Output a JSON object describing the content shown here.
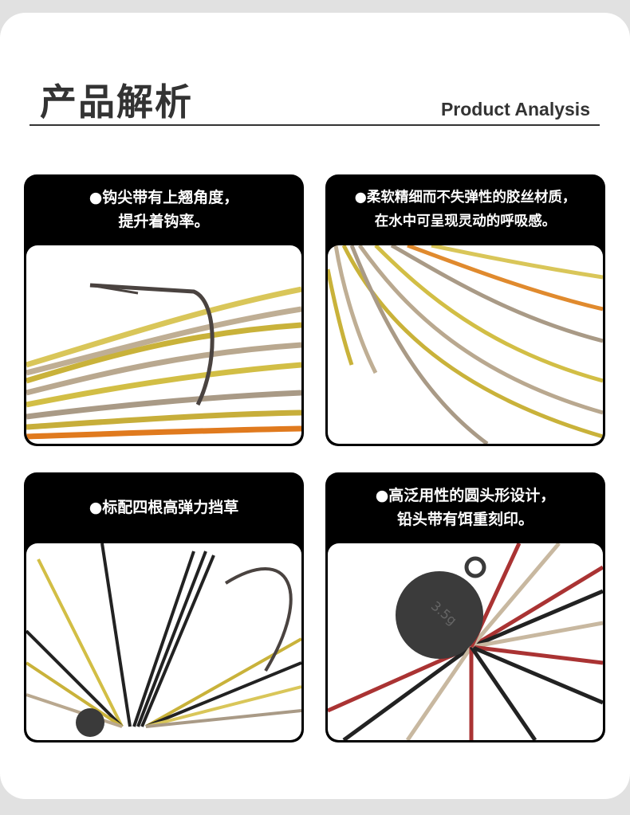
{
  "header": {
    "title": "产品解析",
    "subtitle": "Product Analysis"
  },
  "features": [
    {
      "lines": [
        "●钩尖带有上翘角度，",
        "提升着钩率。"
      ]
    },
    {
      "lines": [
        "●柔软精细而不失弹性的胶丝材质，",
        "在水中可呈现灵动的呼吸感。"
      ]
    },
    {
      "lines": [
        "●标配四根高弹力挡草"
      ]
    },
    {
      "lines": [
        "●高泛用性的圆头形设计，",
        "铅头带有饵重刻印。"
      ]
    }
  ],
  "images": {
    "weight_engraving": "3.5g"
  },
  "colors": {
    "background": "#e1e1e1",
    "card": "#000000",
    "title": "#333333"
  }
}
